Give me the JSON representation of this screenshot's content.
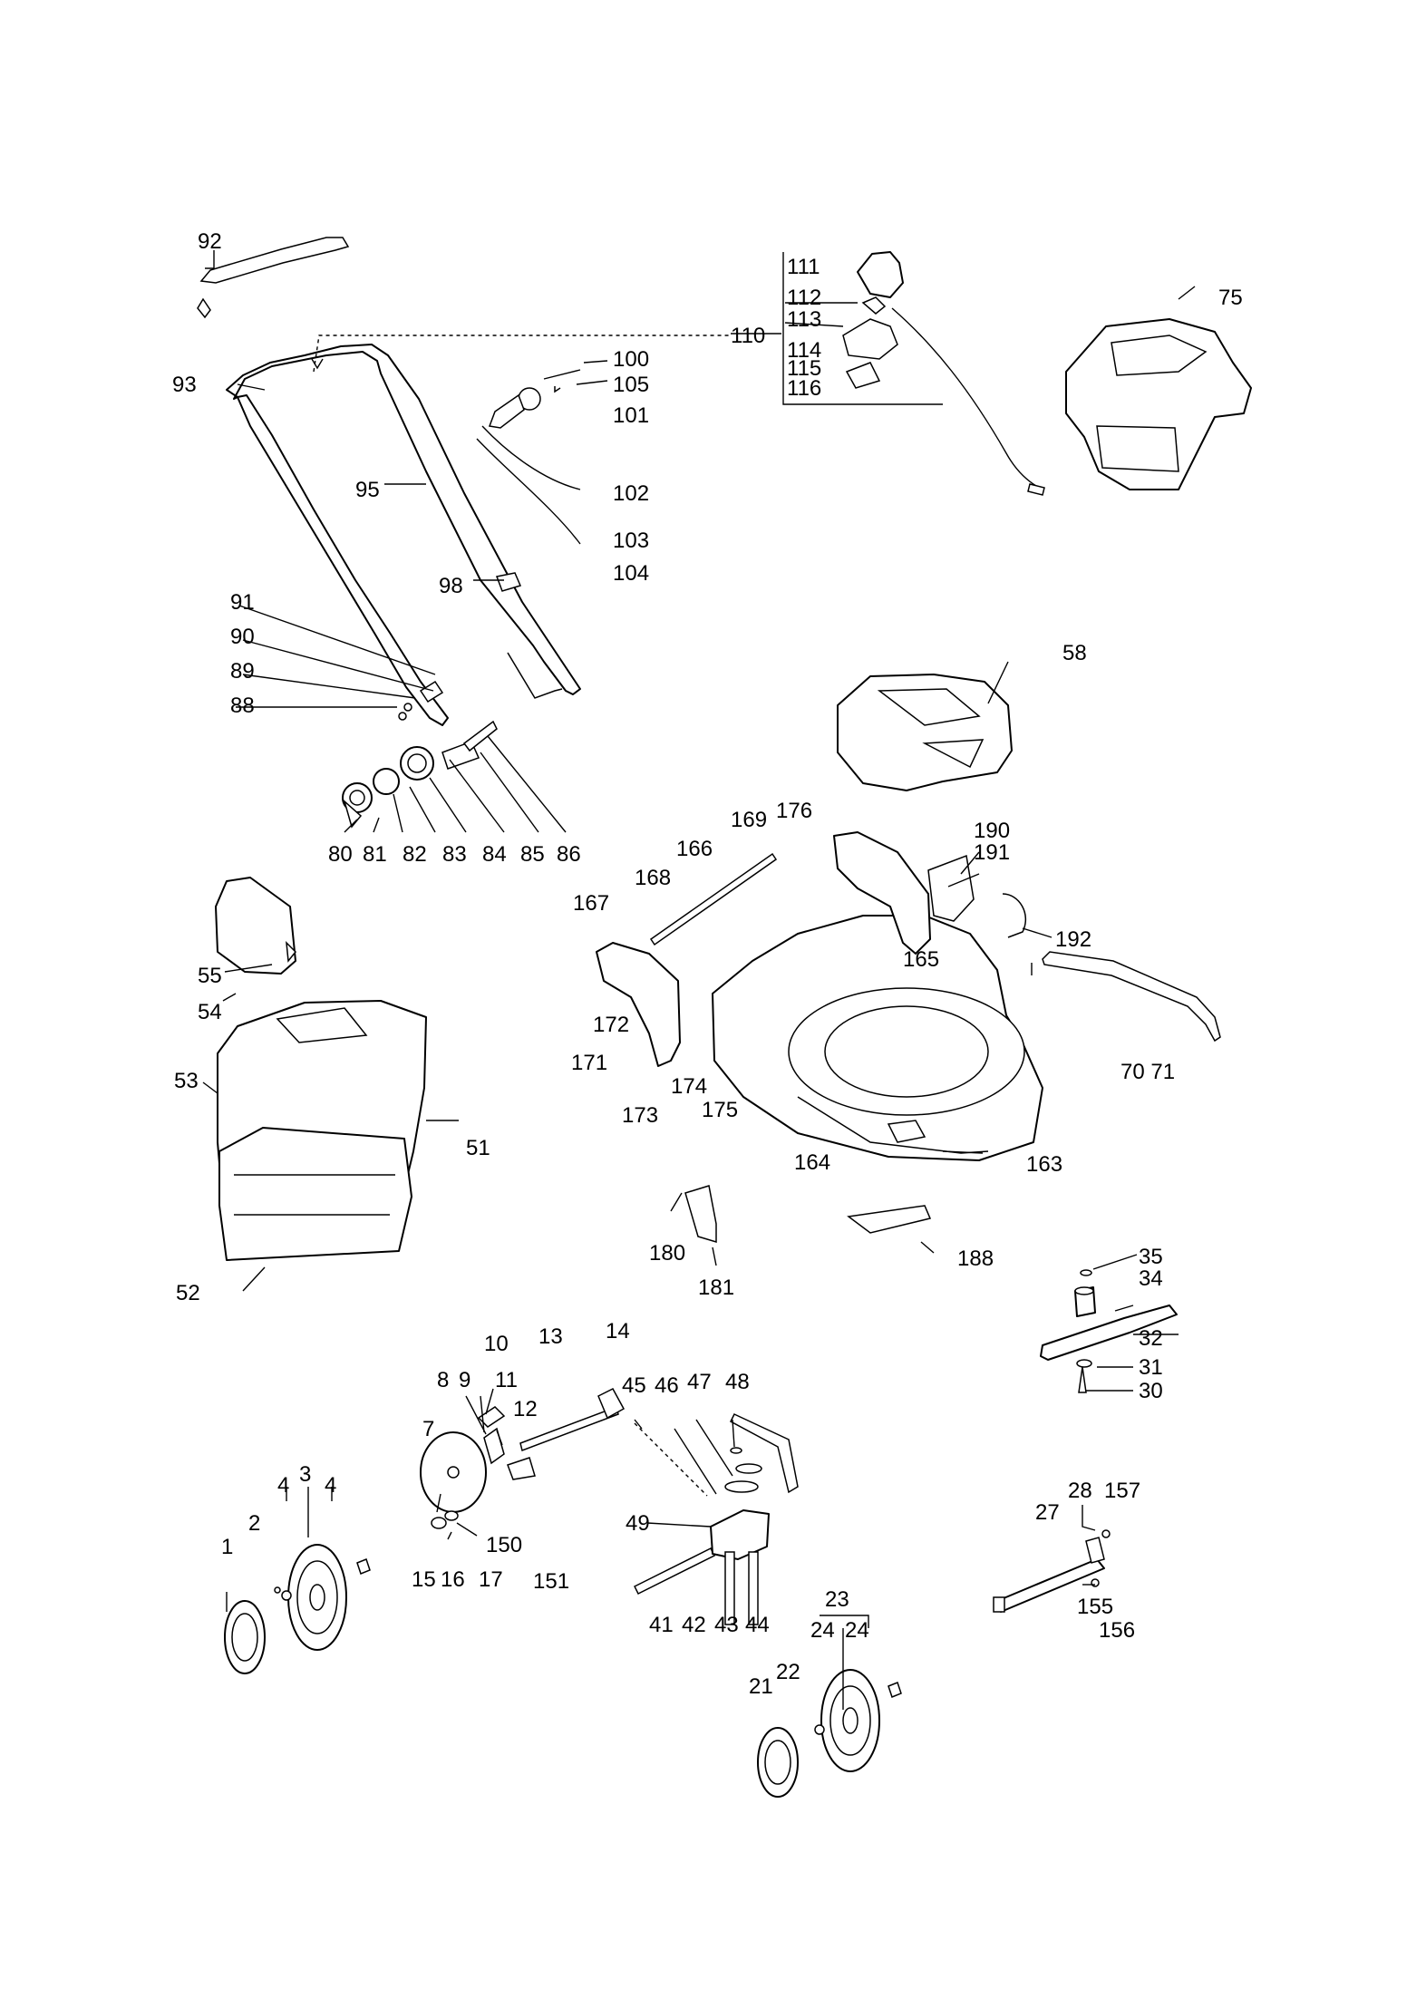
{
  "callouts": {
    "c1": "1",
    "c2": "2",
    "c3": "3",
    "c4a": "4",
    "c4b": "4",
    "c7": "7",
    "c8": "8",
    "c9": "9",
    "c10": "10",
    "c11": "11",
    "c12": "12",
    "c13": "13",
    "c14": "14",
    "c15": "15",
    "c16": "16",
    "c17": "17",
    "c21": "21",
    "c22": "22",
    "c23": "23",
    "c24a": "24",
    "c24b": "24",
    "c27": "27",
    "c28": "28",
    "c30": "30",
    "c31": "31",
    "c32": "32",
    "c34": "34",
    "c35": "35",
    "c41": "41",
    "c42": "42",
    "c43": "43",
    "c44": "44",
    "c45": "45",
    "c46": "46",
    "c47": "47",
    "c48": "48",
    "c49": "49",
    "c51": "51",
    "c52": "52",
    "c53": "53",
    "c54": "54",
    "c55": "55",
    "c58": "58",
    "c7071": "70 71",
    "c75": "75",
    "c80": "80",
    "c81": "81",
    "c82": "82",
    "c83": "83",
    "c84": "84",
    "c85": "85",
    "c86": "86",
    "c88": "88",
    "c89": "89",
    "c90": "90",
    "c91": "91",
    "c92": "92",
    "c93": "93",
    "c95": "95",
    "c98": "98",
    "c100": "100",
    "c101": "101",
    "c102": "102",
    "c103": "103",
    "c104": "104",
    "c105": "105",
    "c110": "110",
    "c111": "111",
    "c112": "112",
    "c113": "113",
    "c114": "114",
    "c115": "115",
    "c116": "116",
    "c150": "150",
    "c151": "151",
    "c155": "155",
    "c156": "156",
    "c157": "157",
    "c163": "163",
    "c164": "164",
    "c165": "165",
    "c166": "166",
    "c167": "167",
    "c168": "168",
    "c169": "169",
    "c171": "171",
    "c172": "172",
    "c173": "173",
    "c174": "174",
    "c175": "175",
    "c176": "176",
    "c180": "180",
    "c181": "181",
    "c188": "188",
    "c190": "190",
    "c191": "191",
    "c192": "192"
  }
}
